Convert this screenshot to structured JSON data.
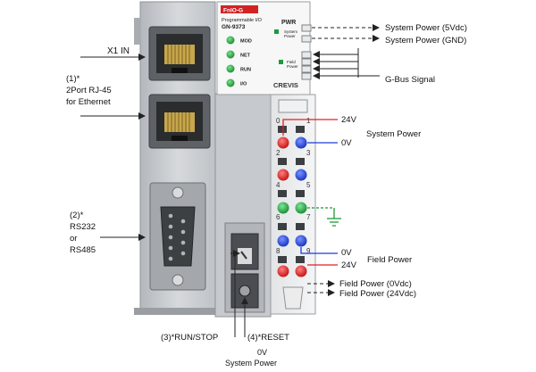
{
  "module": {
    "brand": "FnIO-G",
    "type": "Programmable I/O",
    "model": "GN-9373",
    "vendor": "CREVIS",
    "leds": [
      "MOD",
      "NET",
      "RUN",
      "I/O"
    ],
    "pwr_title": "PWR",
    "pwr_system": [
      "System",
      "Power"
    ],
    "pwr_field": [
      "Field",
      "Power"
    ]
  },
  "labels": {
    "x1_in": "X1 IN",
    "rj45": [
      "(1)*",
      "2Port RJ-45",
      "for Ethernet"
    ],
    "serial": [
      "(2)*",
      "RS232",
      "or",
      "RS485"
    ],
    "run_stop": "(3)*RUN/STOP",
    "reset": "(4)*RESET",
    "bottom_0v": "0V",
    "bottom_sys": "System Power",
    "sys_5v": "System Power (5Vdc)",
    "sys_gnd": "System Power (GND)",
    "gbus": "G-Bus Signal",
    "v24_top": "24V",
    "v0_top": "0V",
    "system_power": "System Power",
    "v0_field": "0V",
    "field_power": "Field Power",
    "v24_field": "24V",
    "field_0vdc": "Field Power (0Vdc)",
    "field_24vdc": "Field Power (24Vdc)"
  },
  "terminals": [
    "0",
    "1",
    "2",
    "3",
    "4",
    "5",
    "6",
    "7",
    "8",
    "9"
  ],
  "colors": {
    "red": "#e02020",
    "blue": "#1a3fd8",
    "green": "#1f9a3a",
    "housing": "#c9ccd0",
    "line": "#222222"
  }
}
